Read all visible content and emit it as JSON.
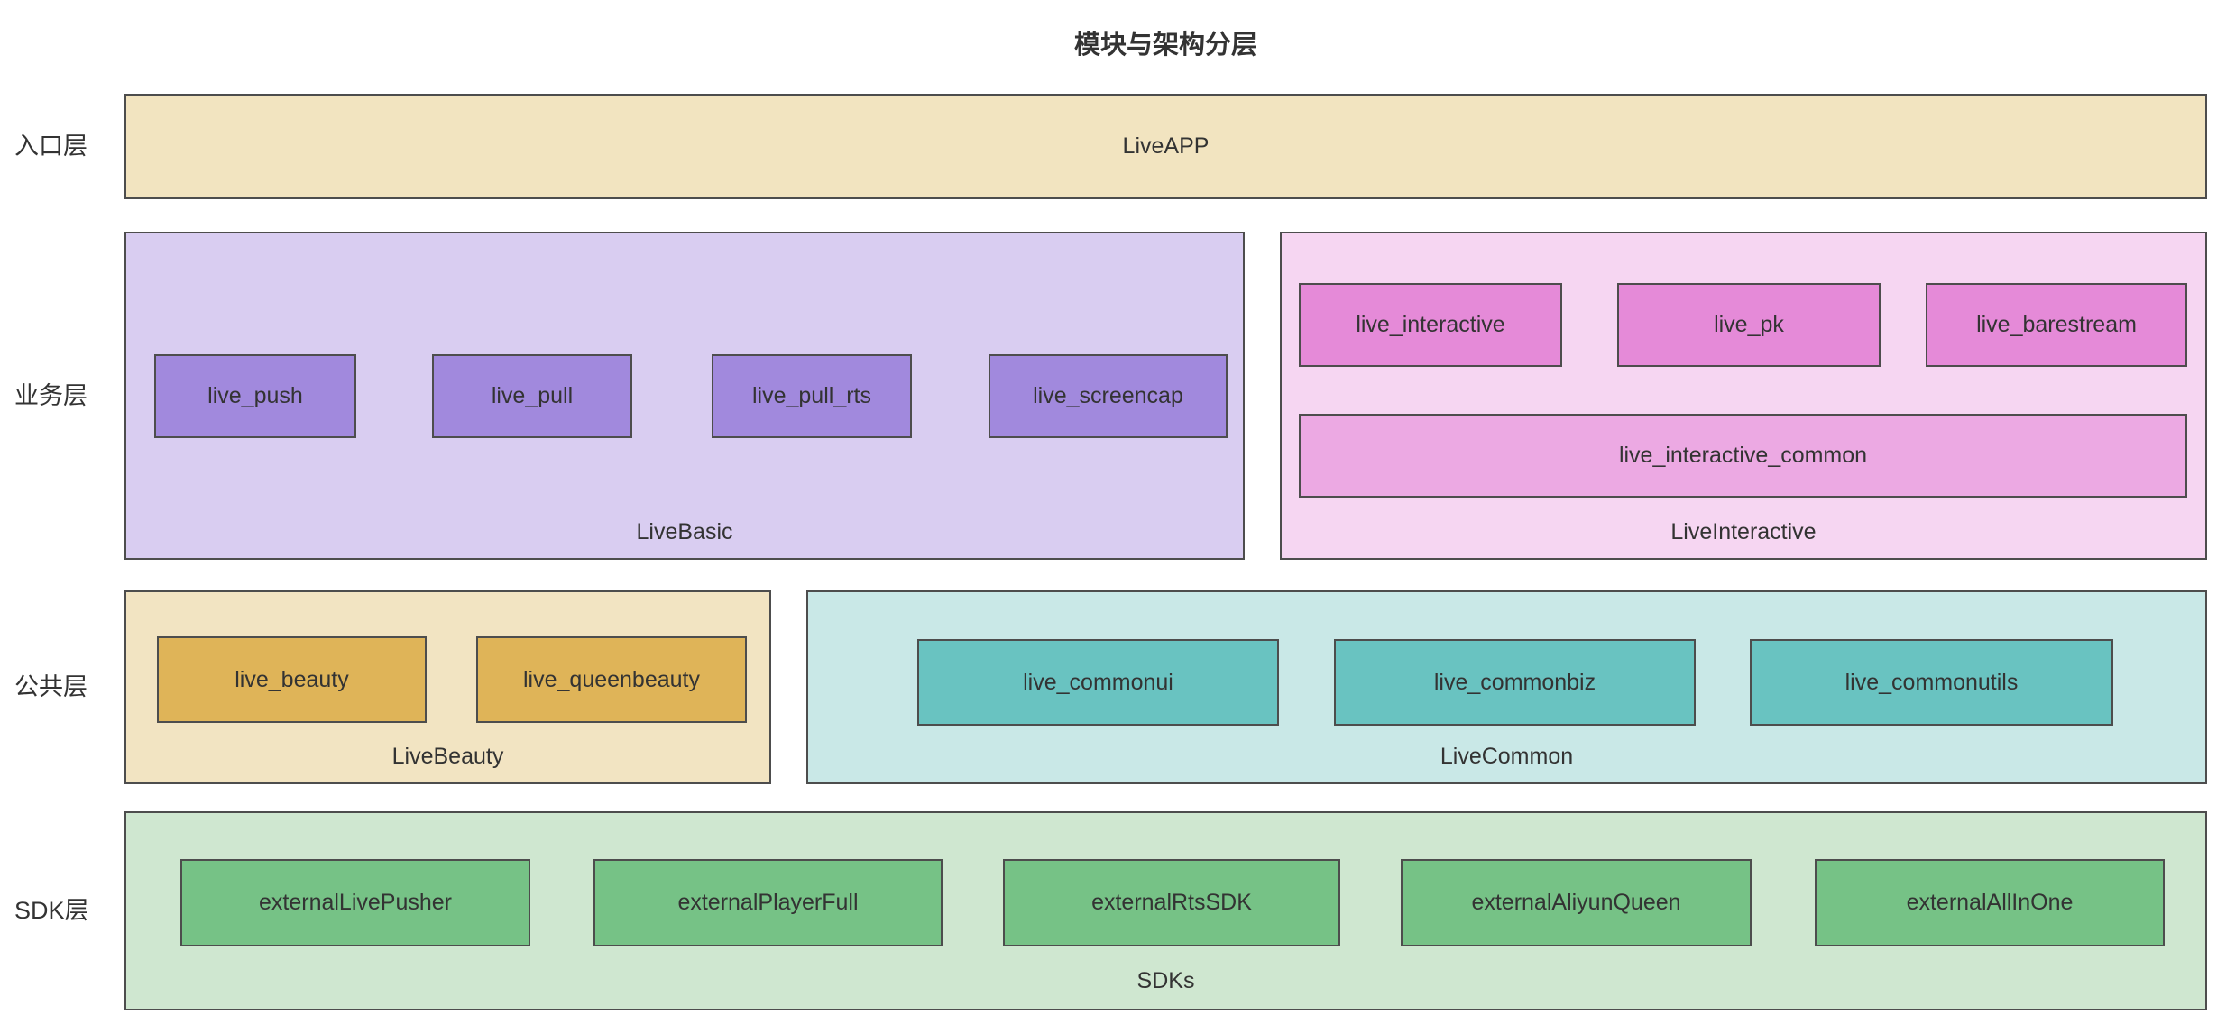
{
  "title": "模块与架构分层",
  "layers": {
    "entry": {
      "label": "入口层"
    },
    "business": {
      "label": "业务层"
    },
    "common": {
      "label": "公共层"
    },
    "sdk": {
      "label": "SDK层"
    }
  },
  "groups": {
    "liveapp": {
      "label": "LiveAPP"
    },
    "livebasic": {
      "label": "LiveBasic",
      "modules": [
        "live_push",
        "live_pull",
        "live_pull_rts",
        "live_screencap"
      ]
    },
    "liveinteractive": {
      "label": "LiveInteractive",
      "modules": [
        "live_interactive",
        "live_pk",
        "live_barestream"
      ],
      "common_module": "live_interactive_common"
    },
    "livebeauty": {
      "label": "LiveBeauty",
      "modules": [
        "live_beauty",
        "live_queenbeauty"
      ]
    },
    "livecommon": {
      "label": "LiveCommon",
      "modules": [
        "live_commonui",
        "live_commonbiz",
        "live_commonutils"
      ]
    },
    "sdks": {
      "label": "SDKs",
      "modules": [
        "externalLivePusher",
        "externalPlayerFull",
        "externalRtsSDK",
        "externalAliyunQueen",
        "externalAllInOne"
      ]
    }
  },
  "colors": {
    "liveapp_fill": "#f2e4c0",
    "livebasic_fill": "#d9cdf1",
    "livebasic_module_fill": "#a189dd",
    "liveinteractive_fill": "#f6d6f2",
    "liveinteractive_module_fill": "#e58ad8",
    "liveinteractive_common_fill": "#eca9e3",
    "livebeauty_fill": "#f2e4c2",
    "livebeauty_module_fill": "#dfb458",
    "livecommon_fill": "#c9e8e7",
    "livecommon_module_fill": "#69c3c1",
    "sdks_fill": "#cfe7d0",
    "sdks_module_fill": "#76c286",
    "border": "#4d4d4d",
    "text": "#333333"
  }
}
